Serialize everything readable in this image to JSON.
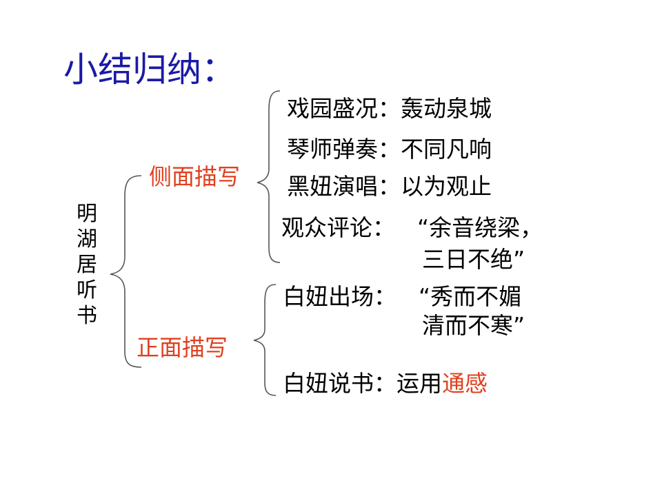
{
  "title": "小结归纳：",
  "root_chars": [
    "明",
    "湖",
    "居",
    "听",
    "书"
  ],
  "side": {
    "label": "侧面描写",
    "items": [
      {
        "name": "戏园盛况：",
        "desc": "轰动泉城"
      },
      {
        "name": "琴师弹奏：",
        "desc": "不同凡响"
      },
      {
        "name": "黑妞演唱：",
        "desc": "以为观止"
      },
      {
        "name": "观众评论：",
        "desc_line1": "“余音绕梁，",
        "desc_line2": "三日不绝”"
      }
    ]
  },
  "front": {
    "label": "正面描写",
    "items": [
      {
        "name": "白妞出场：",
        "desc_line1": "“秀而不媚",
        "desc_line2": "清而不寒”"
      },
      {
        "name": "白妞说书：",
        "desc_plain": "运用",
        "desc_accent": "通感"
      }
    ]
  },
  "colors": {
    "title": "#1a1aa6",
    "category": "#e0401f",
    "accent": "#e0401f",
    "brace": "#555555"
  }
}
